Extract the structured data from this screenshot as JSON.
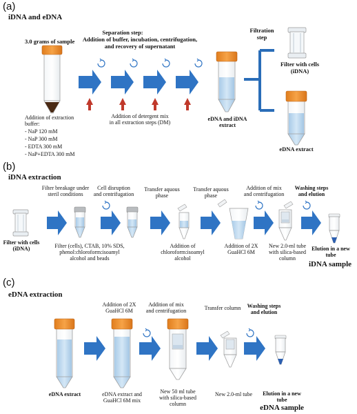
{
  "section_a": {
    "letter": "(a)",
    "title": "iDNA and eDNA",
    "sample_label": "3.0 grams of sample",
    "separation_title": "Separation step:",
    "separation_desc": "Addition of buffer, incubation, centrifugation,\nand recovery of supernatant",
    "filtration_label": "Filtration\nstep",
    "filter_cells_label": "Filter with cells\n(iDNA)",
    "extraction_buffer_label": "Addition of extraction\nbuffer:",
    "buffers": [
      "- NaP 120 mM",
      "- NaP 300 mM",
      "- EDTA 300 mM",
      "- NaP+EDTA 300 mM"
    ],
    "detergent_label": "Addition of detergent mix\nin all extraction steps (DM)",
    "extract_label": "eDNA and  iDNA\nextract",
    "edna_extract_label": "eDNA extract"
  },
  "section_b": {
    "letter": "(b)",
    "title": "iDNA extraction",
    "top_labels": [
      "Filter breakage under\nsteril conditions",
      "Cell disruption\nand centrifugation",
      "Transfer aquous\nphase",
      "Transfer aquous\nphase",
      "Addition of mix\nand centrifugation",
      "Washing steps\nand elution"
    ],
    "filter_label": "Filter with cells\n(iDNA)",
    "bottom_labels": [
      "Filter (cells), CTAB, 10% SDS,\nphenol:chloroform:isoamyl\nalcohol and beads",
      "Addition of\nchloroform:isoamyl\nalcohol",
      "Addition of 2X\nGuaHCl 6M",
      "New 2.0-ml tube\nwith silica-based\ncolumn",
      "Elution in a new\ntube"
    ],
    "sample_label": "iDNA sample"
  },
  "section_c": {
    "letter": "(c)",
    "title": "eDNA extraction",
    "top_labels": [
      "Addition of 2X\nGuaHCl 6M",
      "Addition of mix\nand centrifugation",
      "Transfer column",
      "Washing steps\nand elution"
    ],
    "bottom_labels": [
      "eDNA extract",
      "eDNA extract and\nGuaHCl 6M mix",
      "New 50 ml tube\nwith silica-based\ncolumn",
      "New 2.0-ml tube",
      "Elution in a new\ntube"
    ],
    "sample_label": "eDNA sample"
  },
  "colors": {
    "arrow_blue": "#2f74c4",
    "bracket_blue": "#2a6db8",
    "cap_orange": "#f0922d",
    "liquid_blue": "#bcd8ef",
    "elution_blue": "#2c5fb0",
    "soil_brown": "#4a2a14",
    "red_arrow": "#c0392b",
    "tube_outline": "#9a9a9a"
  }
}
